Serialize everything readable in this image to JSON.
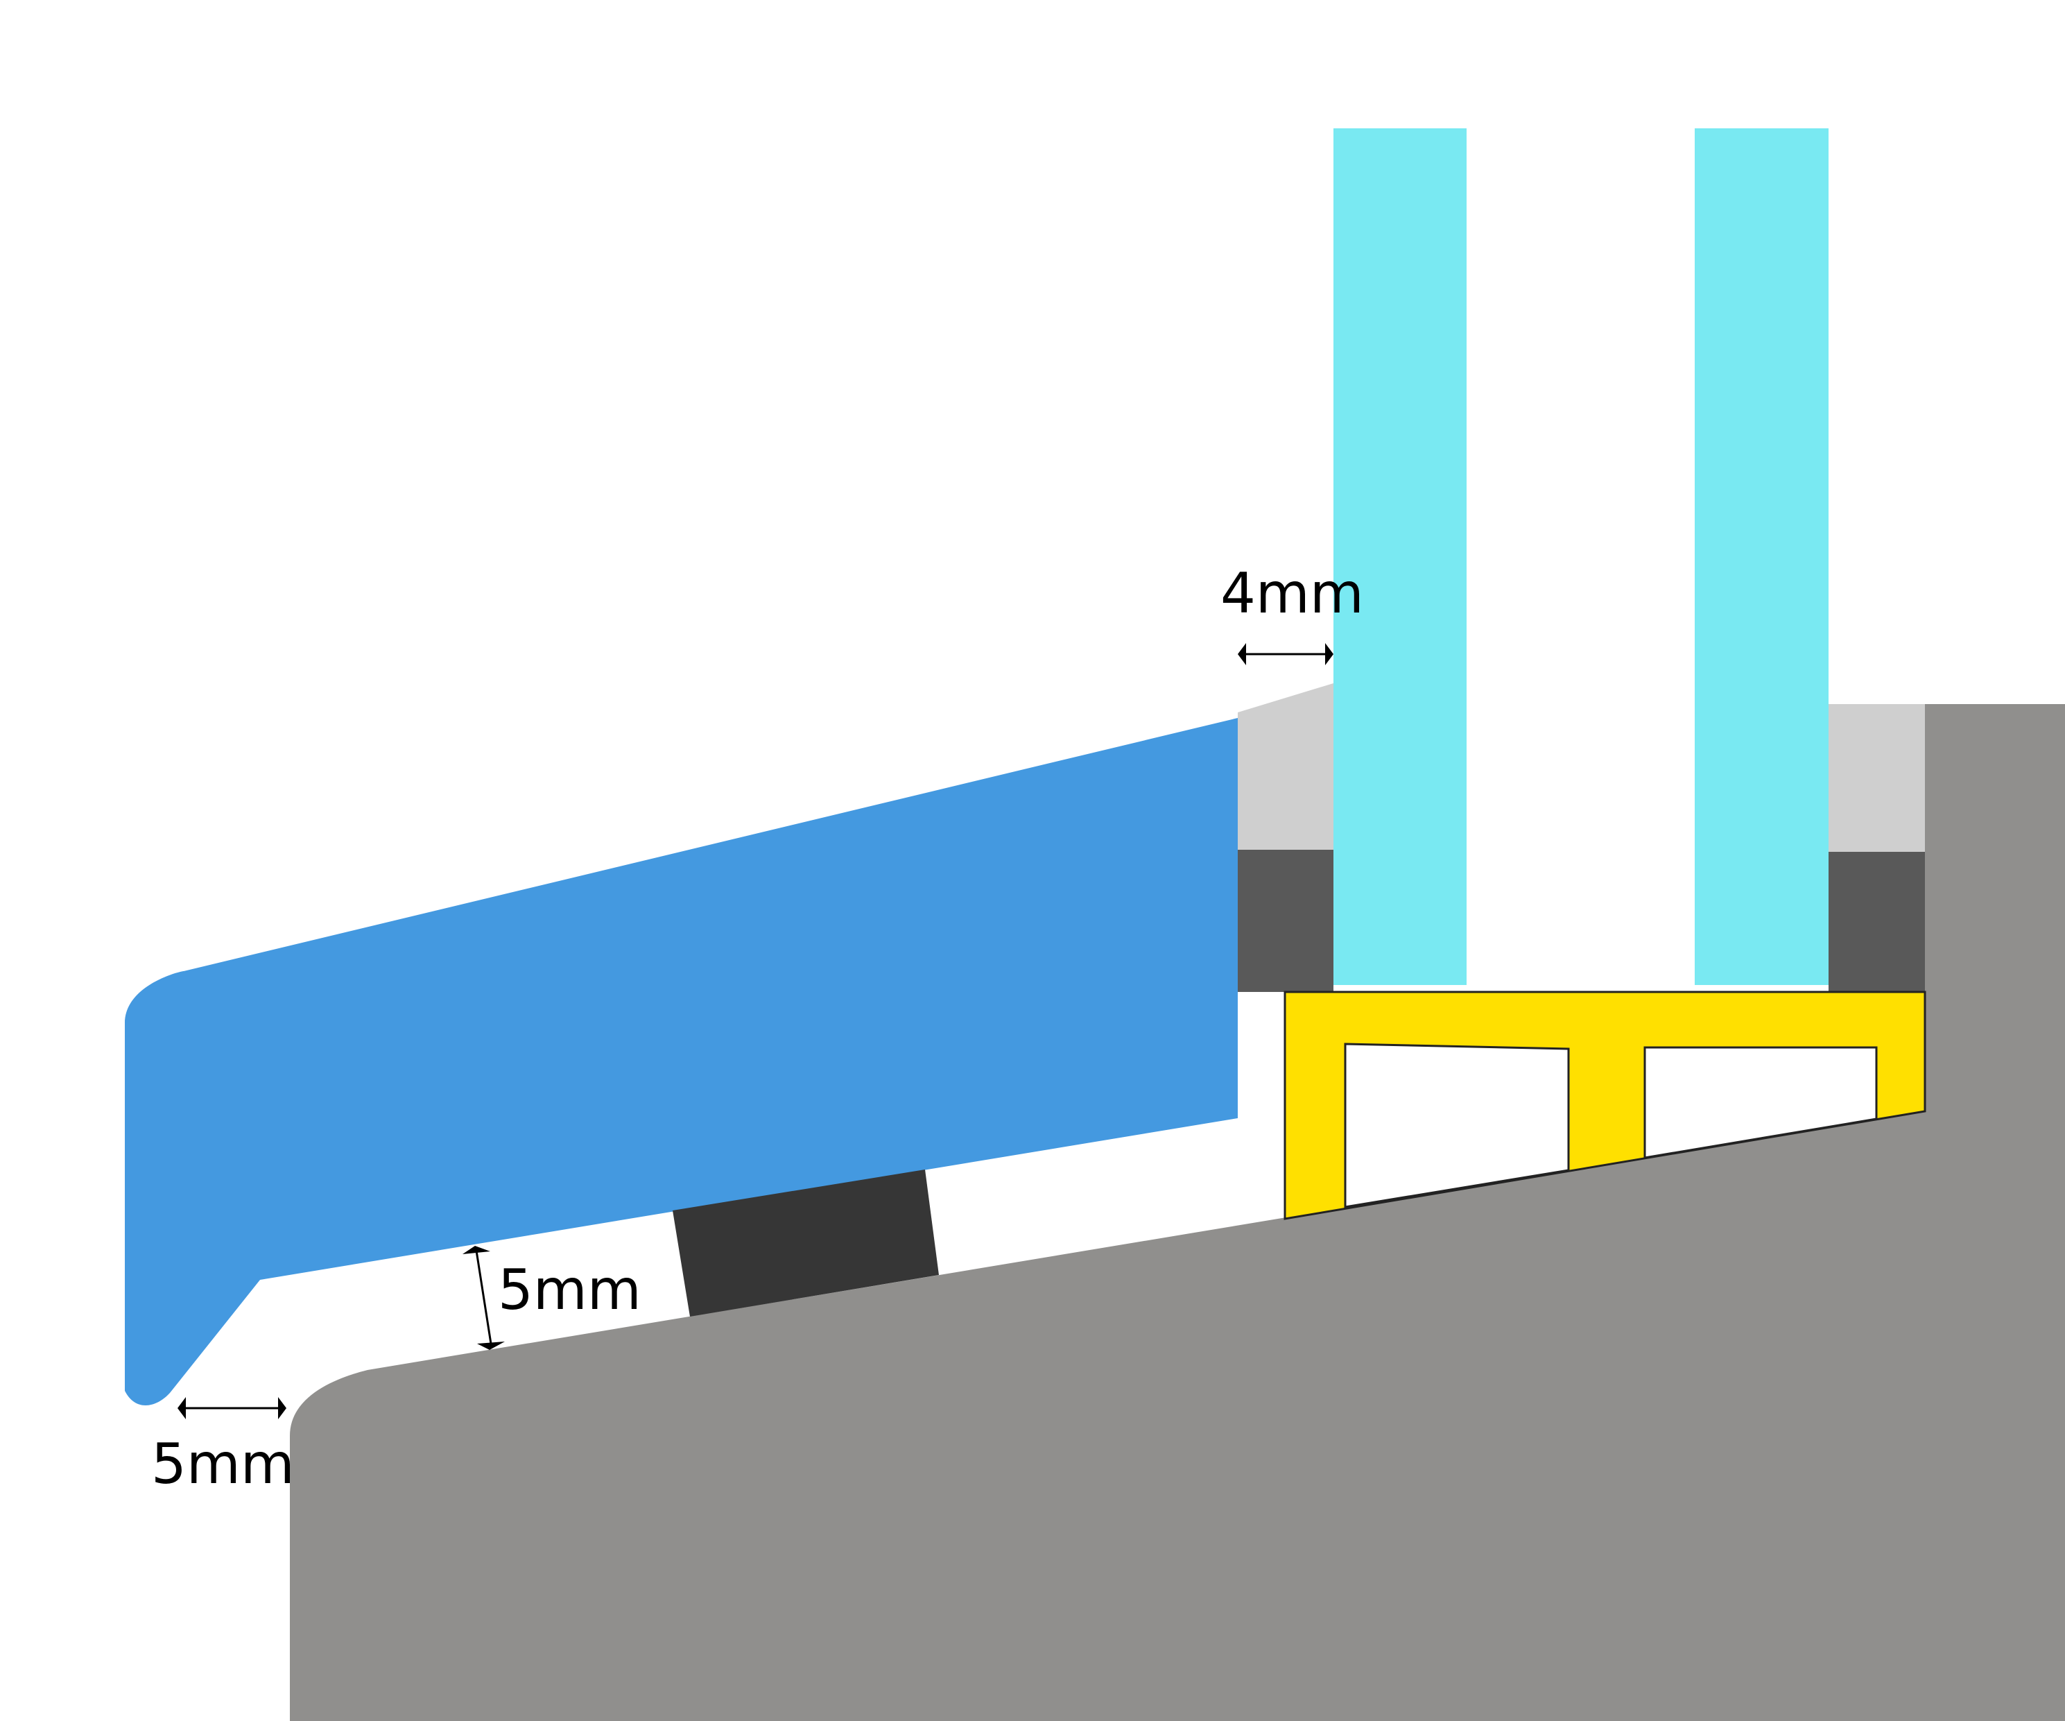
{
  "labels": {
    "glass_gap": "4mm",
    "drip_gap": "5mm",
    "sill_gap": "5mm"
  },
  "colors": {
    "background": "#ffffff",
    "sill": "#4499e0",
    "glass": "#79e9f2",
    "wall": "#908f8d",
    "seal_light": "#cfcfcf",
    "seal_dark": "#595959",
    "shim": "#363636",
    "spacer_frame": "#ffe000",
    "outline": "#222222",
    "dimension": "#000000"
  }
}
